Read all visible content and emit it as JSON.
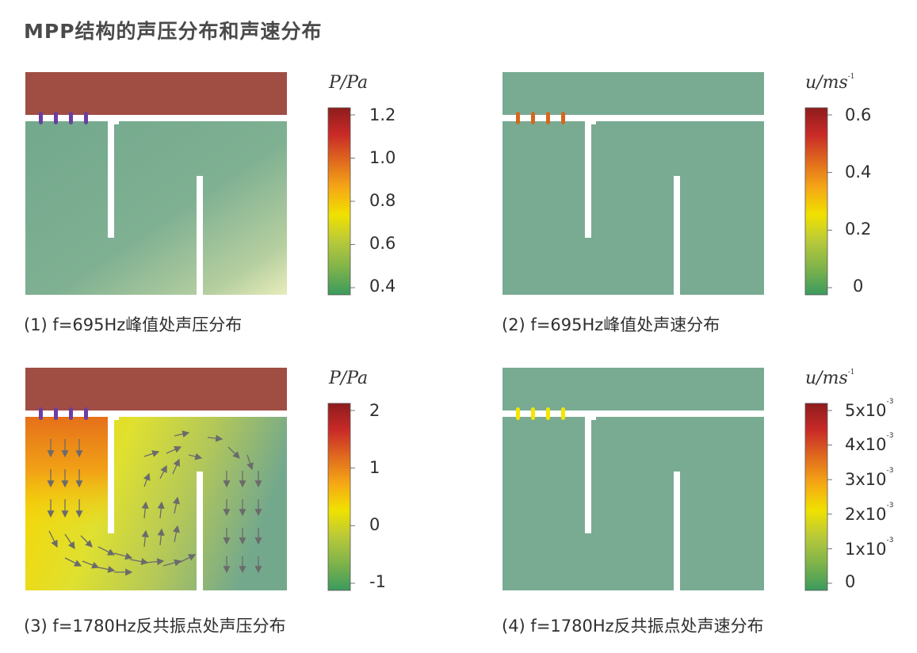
{
  "page": {
    "title": "MPP结构的声压分布和声速分布"
  },
  "panels": [
    {
      "id": "p1",
      "caption": "(1) f=695Hz峰值处声压分布",
      "colorbar_title": "P/Pa",
      "colorbar_ticks": [
        "1.2",
        "1.0",
        "0.8",
        "0.6",
        "0.4"
      ],
      "slot_color": "#6a3fa0",
      "top_color": "#a04d44",
      "field": "pressure-low",
      "arrows": false
    },
    {
      "id": "p2",
      "caption": "(2) f=695Hz峰值处声速分布",
      "colorbar_title": "u/ms",
      "colorbar_title_sup": "-1",
      "colorbar_ticks": [
        "0.6",
        "0.4",
        "0.2",
        "0"
      ],
      "slot_color": "#d2691e",
      "top_color": "#79ab93",
      "field": "velocity",
      "arrows": false
    },
    {
      "id": "p3",
      "caption": "(3) f=1780Hz反共振点处声压分布",
      "colorbar_title": "P/Pa",
      "colorbar_ticks": [
        "2",
        "1",
        "0",
        "-1"
      ],
      "slot_color": "#6a3fa0",
      "top_color": "#a04d44",
      "field": "pressure-high",
      "arrows": true
    },
    {
      "id": "p4",
      "caption": "(4) f=1780Hz反共振点处声速分布",
      "colorbar_title": "u/ms",
      "colorbar_title_sup": "-1",
      "colorbar_ticks": [
        {
          "base": "5x10",
          "exp": "-3"
        },
        {
          "base": "4x10",
          "exp": "-3"
        },
        {
          "base": "3x10",
          "exp": "-3"
        },
        {
          "base": "2x10",
          "exp": "-3"
        },
        {
          "base": "1x10",
          "exp": "-3"
        },
        {
          "base": "0",
          "exp": ""
        }
      ],
      "slot_color": "#f2e600",
      "top_color": "#79ab93",
      "field": "velocity",
      "arrows": false
    }
  ],
  "colors": {
    "colormap": [
      "#3b9a5e",
      "#7fb34a",
      "#b8c93a",
      "#f0e100",
      "#f5a815",
      "#e06a1e",
      "#c92a28",
      "#8e1c1c"
    ],
    "velocity_field": "#79ab93",
    "wall": "#ffffff",
    "arrow": "#6b6b6b"
  }
}
